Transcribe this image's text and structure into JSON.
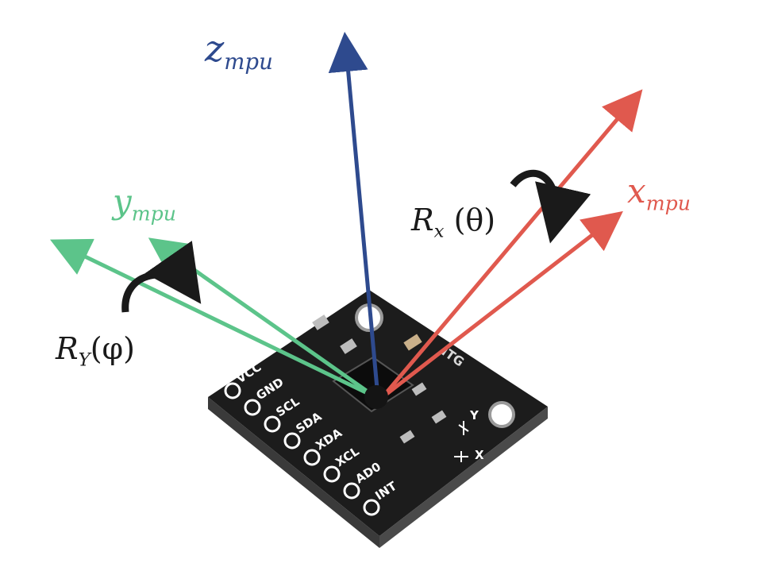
{
  "axes": {
    "z": {
      "base": "z",
      "sub": "mpu",
      "color": "#2e4a8e"
    },
    "y": {
      "base": "y",
      "sub": "mpu",
      "color": "#5cc48a"
    },
    "x": {
      "base": "x",
      "sub": "mpu",
      "color": "#e0594e"
    }
  },
  "rotations": {
    "y": {
      "base": "R",
      "sub": "Y",
      "arg": "(φ)"
    },
    "x": {
      "base": "R",
      "sub": "x",
      "arg": " (θ)"
    }
  },
  "board": {
    "pins": [
      "VCC",
      "GND",
      "SCL",
      "SDA",
      "XDA",
      "XCL",
      "AD0",
      "INT"
    ],
    "chip_label": "ITG",
    "axis_marks": [
      "Y",
      "X"
    ]
  }
}
